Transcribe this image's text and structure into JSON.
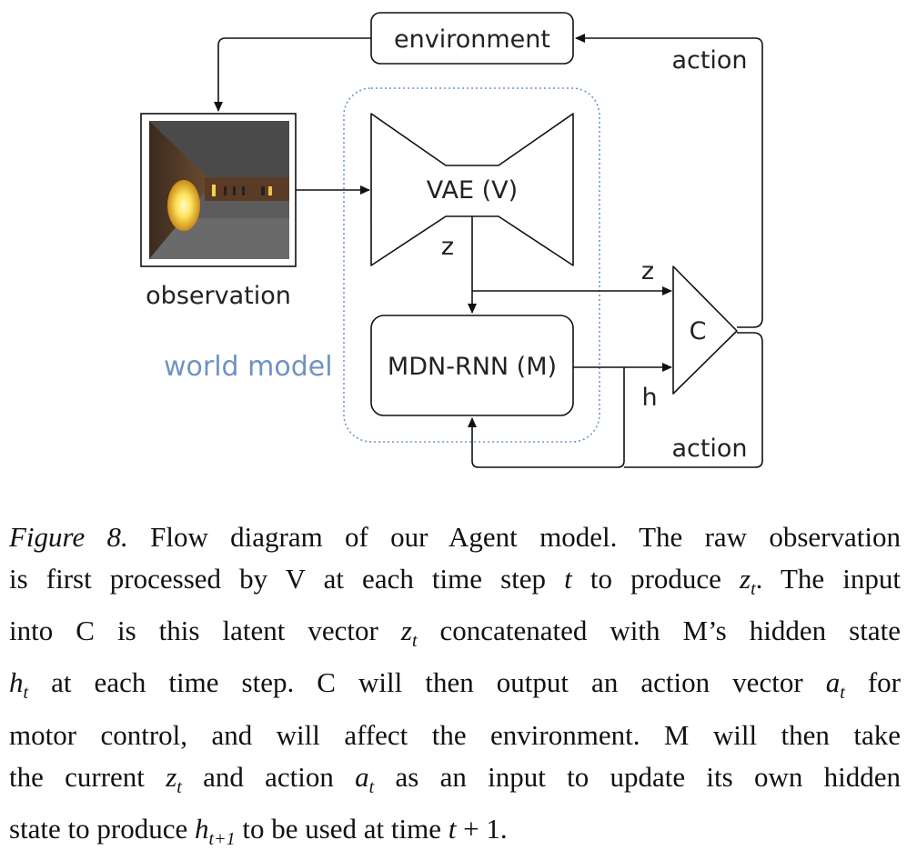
{
  "diagram": {
    "nodes": {
      "environment": "environment",
      "observation": "observation",
      "vae": "VAE (V)",
      "mdn_rnn": "MDN-RNN (M)",
      "controller": "C",
      "world_model": "world model"
    },
    "edge_labels": {
      "action_top": "action",
      "z_vae_out": "z",
      "z_to_c": "z",
      "h_to_c": "h",
      "action_bottom": "action"
    },
    "colors": {
      "world_model_outline": "#6f93c4",
      "stroke": "#111111"
    }
  },
  "caption": {
    "figure_label": "Figure 8.",
    "lines": [
      [
        " Flow diagram of our Agent model. The raw observation"
      ],
      [
        "is first processed by V at each time step ",
        {
          "m": "t"
        },
        " to produce ",
        {
          "m": "z",
          "sub": "t"
        },
        ". The input"
      ],
      [
        "into C is this latent vector ",
        {
          "m": "z",
          "sub": "t"
        },
        " concatenated with M’s hidden state"
      ],
      [
        {
          "m": "h",
          "sub": "t"
        },
        " at each time step.  C will then output an action vector ",
        {
          "m": "a",
          "sub": "t"
        },
        " for"
      ],
      [
        "motor control, and will affect the environment. M will then take"
      ],
      [
        "the current ",
        {
          "m": "z",
          "sub": "t"
        },
        " and action ",
        {
          "m": "a",
          "sub": "t"
        },
        " as an input to update its own hidden"
      ],
      [
        "state to produce ",
        {
          "m": "h",
          "sub": "t+1"
        },
        " to be used at time ",
        {
          "m": "t"
        },
        " + 1."
      ]
    ]
  }
}
